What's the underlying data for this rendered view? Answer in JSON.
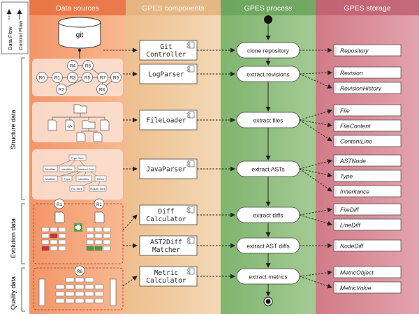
{
  "legend": {
    "data_flow": "Data Flow",
    "control_flow": "Control Flow"
  },
  "columns": {
    "data_sources": "Data sources",
    "components": "GPES components",
    "process": "GPES process",
    "storage": "GPES storage"
  },
  "rows": {
    "structure": "Structure data",
    "evolution": "Evolution data",
    "quality": "Quality data"
  },
  "git_label": "git",
  "revision_nodes": [
    "R0",
    "R1",
    "R2",
    "R3",
    "R4",
    "R5",
    "R6",
    "R7",
    "R8",
    "R9"
  ],
  "ast_nodes": [
    "Type Decl.",
    "Modifier",
    "Identifier",
    "Method Decl.",
    "Modifier",
    "Type",
    "Identifier",
    "Block",
    "For Stmt",
    "Return Stmt"
  ],
  "file_icon_label": "</>",
  "diff_revision_label": "R1",
  "metrics_revision_label": "R8",
  "components": [
    {
      "line1": "Git",
      "line2": "Controller"
    },
    {
      "line1": "LogParser",
      "line2": ""
    },
    {
      "line1": "FileLoader",
      "line2": ""
    },
    {
      "line1": "JavaParser",
      "line2": ""
    },
    {
      "line1": "Diff",
      "line2": "Calculator"
    },
    {
      "line1": "AST2Diff",
      "line2": "Matcher"
    },
    {
      "line1": "Metric",
      "line2": "Calculator"
    }
  ],
  "process_steps": [
    "clone repository",
    "extract revisions",
    "extract files",
    "extract ASTs",
    "extract diffs",
    "extract AST diffs",
    "extract metrics"
  ],
  "storage": [
    "Repository",
    "Revision",
    "RevisionHistory",
    "File",
    "FileContent",
    "ContentLine",
    "ASTNode",
    "Type",
    "Inheritance",
    "FileDiff",
    "LineDiff",
    "NodeDiff",
    "MetricObject",
    "MetricValue"
  ],
  "colors": {
    "sources_bg": "#f4a27a",
    "components_bg": "#f0cfa8",
    "process_bg": "#93bf83",
    "storage_bg": "#d98c97",
    "header_sources": "#e8703f",
    "header_components": "#e3b27c",
    "header_process": "#6aa35a",
    "header_storage": "#c05f70"
  }
}
